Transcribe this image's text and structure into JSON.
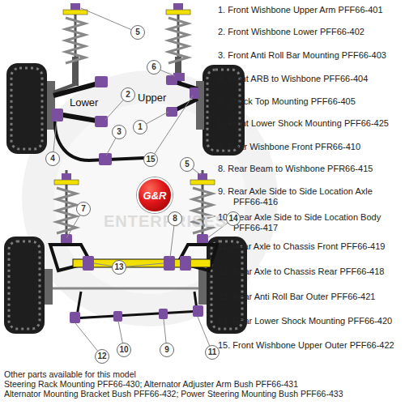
{
  "diagram": {
    "nodes": [
      {
        "text": [
          "5"
        ]
      },
      {
        "text": [
          "6"
        ]
      },
      {
        "text": [
          "2"
        ]
      },
      {
        "text": [
          "1"
        ]
      },
      {
        "text": [
          "3"
        ]
      },
      {
        "text": [
          "4"
        ]
      },
      {
        "text": [
          "15"
        ]
      },
      {
        "text": [
          "G&R"
        ]
      },
      {
        "text": [
          "5"
        ]
      },
      {
        "text": [
          "7"
        ]
      },
      {
        "text": [
          "8"
        ]
      },
      {
        "text": [
          "14"
        ]
      },
      {
        "text": [
          "13"
        ]
      },
      {
        "text": [
          "10"
        ]
      },
      {
        "text": [
          "9"
        ]
      },
      {
        "text": [
          "11"
        ]
      },
      {
        "text": [
          "12"
        ]
      }
    ],
    "labels": [
      "Lower",
      "Upper",
      "1. Front Wishbone Upper Arm PFF66-401",
      "2. Front Wishbone Lower PFF66-402",
      "3. Front Anti Roll Bar Mounting PFF66-403",
      "4. Front ARB to Wishbone PFF66-404",
      "5. Shock Top Mounting PFF66-405",
      "6. Front Lower Shock Mounting PFF66-425",
      "7. Rear Wishbone Front PFR66-410",
      "8. Rear Beam to Wishbone PFR66-415",
      "9. Rear Axle Side to Side Location Axle PFF66-416",
      "10. Rear Axle Side to Side Location Body PFF66-417",
      "11. Rear Axle to Chassis Front PFF66-419",
      "12. Rear Axle to Chassis Rear PFF66-418",
      "13. Rear Anti Roll Bar Outer PFF66-421",
      "14. Rear Lower Shock Mounting PFF66-420",
      "15. Front Wishbone Upper Outer PFF66-422",
      "ENTERPRISES",
      "Other parts available for this model",
      "Steering Rack Mounting PFF66-430; Alternator Adjuster Arm Bush PFF66-431",
      "Alternator Mounting Bracket Bush PFF66-432; Power Steering Mounting Bush PFF66-433"
    ]
  }
}
